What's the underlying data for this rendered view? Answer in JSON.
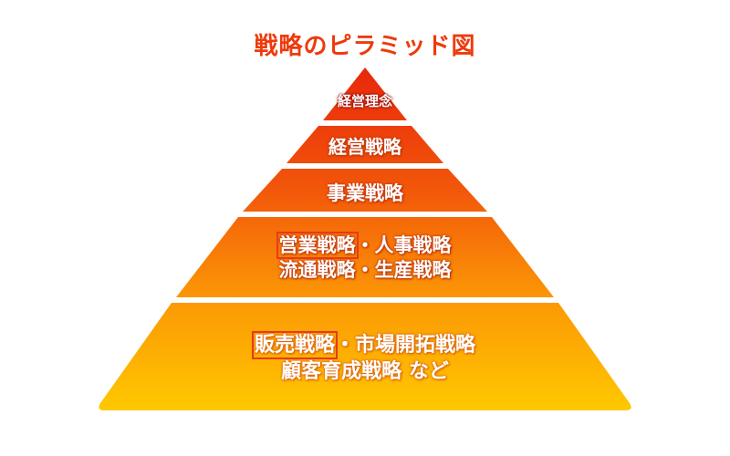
{
  "title": "戦略のピラミッド図",
  "tiers": [
    {
      "lines": [
        "経営理念"
      ]
    },
    {
      "lines": [
        "経営戦略"
      ]
    },
    {
      "lines": [
        "事業戦略"
      ]
    },
    {
      "highlight": "営業戦略",
      "line1_rest": "・人事戦略",
      "line2": "流通戦略・生産戦略"
    },
    {
      "highlight": "販売戦略",
      "line1_rest": "・市場開拓戦略",
      "line2": "顧客育成戦略 など"
    }
  ],
  "colors": {
    "title": "#ee3a0c",
    "top": "#e8280c",
    "bottom": "#ffc800",
    "highlight_box": "#e63a1a"
  }
}
